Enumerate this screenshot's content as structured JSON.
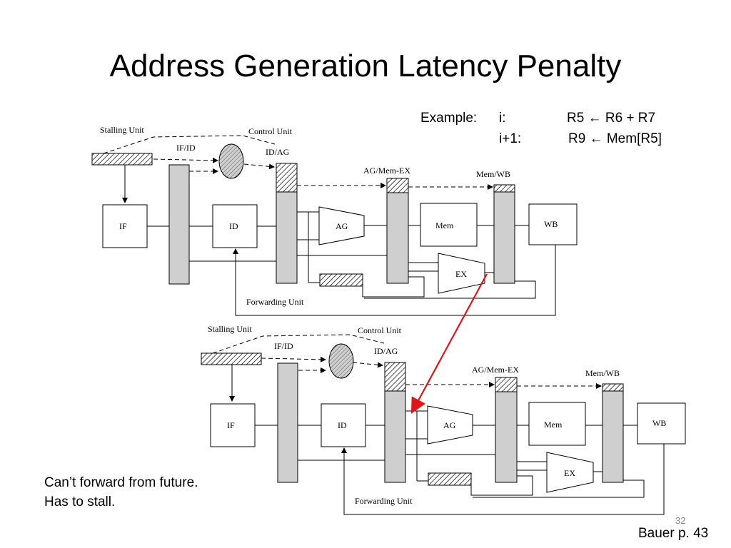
{
  "slide": {
    "title": "Address Generation Latency Penalty",
    "example": {
      "label": "Example:",
      "rows": [
        {
          "instr": "i:",
          "op": "R5 ← R6 + R7"
        },
        {
          "instr": "i+1:",
          "op": "R9 ← Mem[R5]"
        }
      ]
    },
    "note": "Can’t forward from future. Has to stall.",
    "page_number": "32",
    "reference": "Bauer p. 43"
  },
  "diagram": {
    "labels": {
      "stalling_unit": "Stalling Unit",
      "control_unit": "Control Unit",
      "if_id": "IF/ID",
      "id_ag": "ID/AG",
      "ag_mem_ex": "AG/Mem-EX",
      "mem_wb": "Mem/WB",
      "forwarding_unit": "Forwarding Unit"
    },
    "stages": {
      "if": "IF",
      "id": "ID",
      "ag": "AG",
      "mem": "Mem",
      "ex": "EX",
      "wb": "WB"
    },
    "colors": {
      "latch": "#cfcfcf",
      "arrow": "#e0161b",
      "ellipse": "#bdbdbd"
    }
  }
}
